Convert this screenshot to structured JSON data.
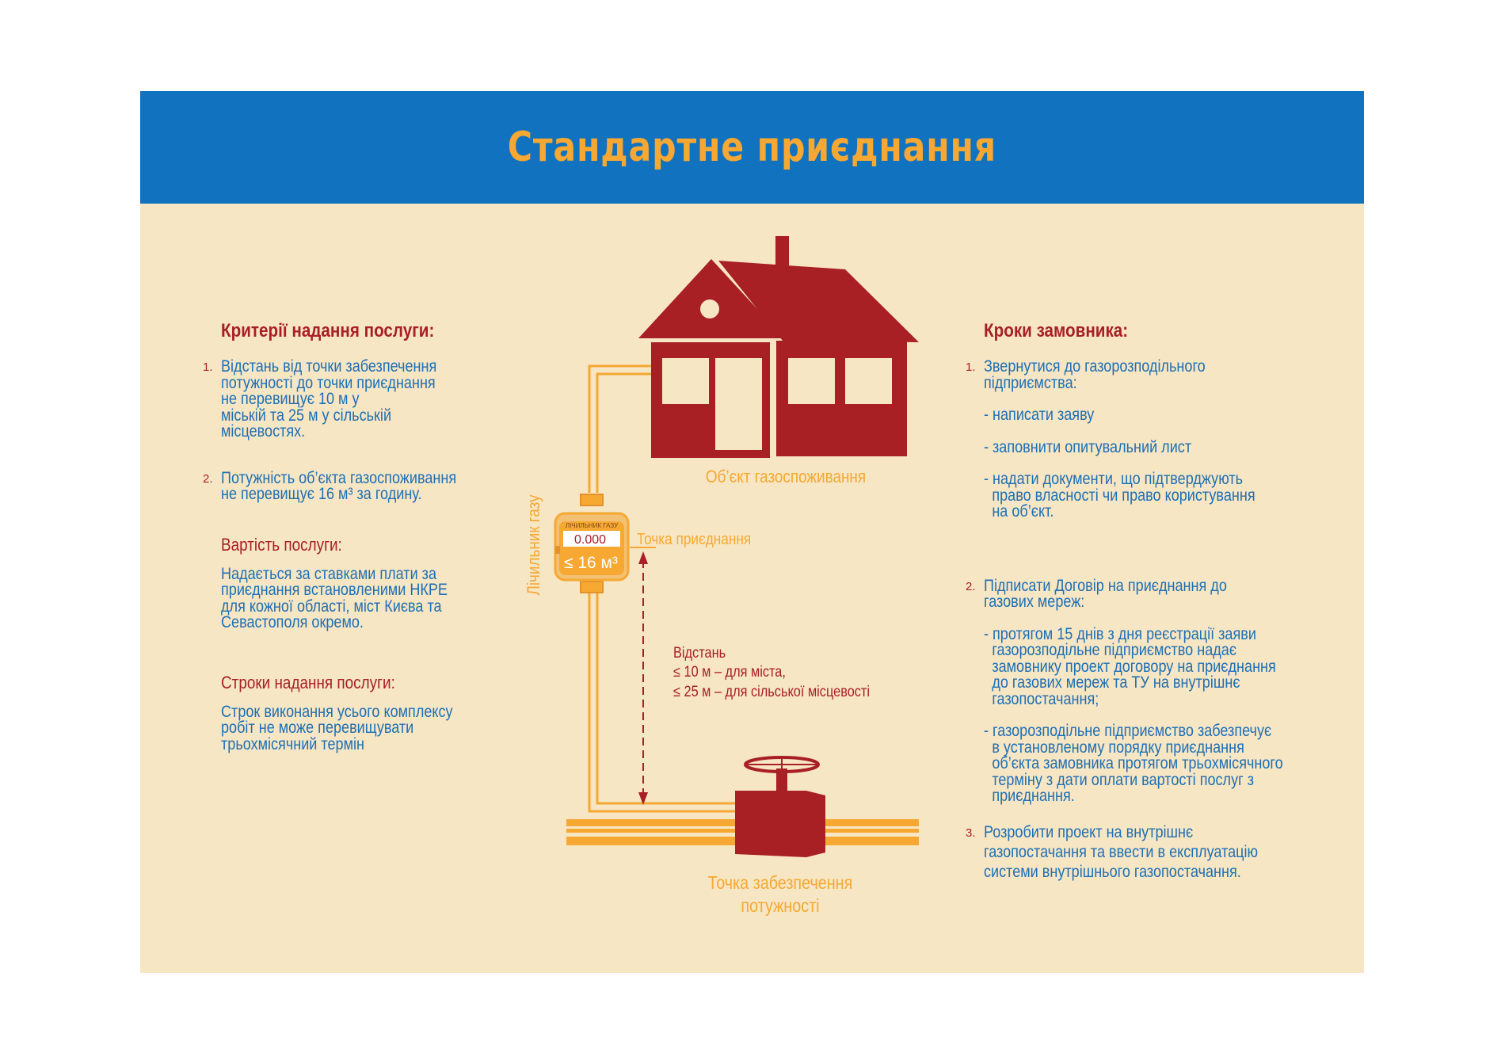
{
  "title": "Стандартне приєднання",
  "left": {
    "heading": "Критерії надання послуги:",
    "criteria": [
      {
        "num": "1.",
        "lines": [
          "Відстань від точки забезпечення",
          "потужності до точки приєднання",
          "не перевищує 10 м у",
          "міській та 25 м у сільській",
          "місцевостях."
        ]
      },
      {
        "num": "2.",
        "lines": [
          "Потужність об’єкта газоспоживання",
          "не перевищує 16 м³ за годину."
        ]
      }
    ],
    "cost_heading": "Вартість послуги:",
    "cost_lines": [
      "Надається за ставками плати за",
      "приєднання встановленими НКРЕ",
      "для кожної області, міст Києва та",
      "Севастополя окремо."
    ],
    "terms_heading": "Строки надання послуги:",
    "terms_lines": [
      "Строк виконання усього комплексу",
      "робіт не може перевищувати",
      "трьохмісячний термін"
    ]
  },
  "right": {
    "heading": "Кроки замовника:",
    "step1": {
      "num": "1.",
      "lines": [
        "Звернутися до газорозподільного",
        "підприємства:"
      ]
    },
    "step1_sub": [
      [
        "- написати заяву"
      ],
      [
        "- заповнити опитувальний лист"
      ],
      [
        "- надати документи, що підтверджують",
        "право власності чи право користування",
        "на об’єкт."
      ]
    ],
    "step2": {
      "num": "2.",
      "lines": [
        "Підписати Договір на приєднання до",
        "газових мереж:"
      ]
    },
    "step2_sub": [
      [
        "- протягом 15 днів з дня реєстрації заяви",
        "газорозподільне підприємство надає",
        "замовнику проект договору на приєднання",
        "до газових мереж та ТУ на внутрішнє",
        "газопостачання;"
      ],
      [
        "- газорозподільне підприємство забезпечує",
        "в установленому порядку приєднання",
        "об’єкта замовника протягом трьохмісячного",
        "терміну з дати оплати вартості послуг з",
        "приєднання."
      ]
    ],
    "step3": {
      "num": "3.",
      "lines": [
        "Розробити проект на внутрішнє",
        "газопостачання та ввести в експлуатацію",
        "системи внутрішнього газопостачання."
      ]
    }
  },
  "diagram": {
    "object_label": "Об’єкт газоспоживання",
    "meter_vertical": "Лічильник газу",
    "meter_small": "ЛІЧИЛЬНИК ГАЗУ",
    "meter_reading": "0.000",
    "meter_capacity": "≤ 16 м³",
    "connection_point": "Точка приєднання",
    "distance_title": "Відстань",
    "distance_city": "≤ 10 м – для міста,",
    "distance_rural": "≤ 25 м – для сільської місцевості",
    "supply_point_line1": "Точка забезпечення",
    "supply_point_line2": "потужності"
  },
  "colors": {
    "header": "#1172c0",
    "title": "#f6a832",
    "panel": "#f7e6c4",
    "red": "#a81f24",
    "blue": "#1d6fb5",
    "orange": "#f6a832"
  }
}
